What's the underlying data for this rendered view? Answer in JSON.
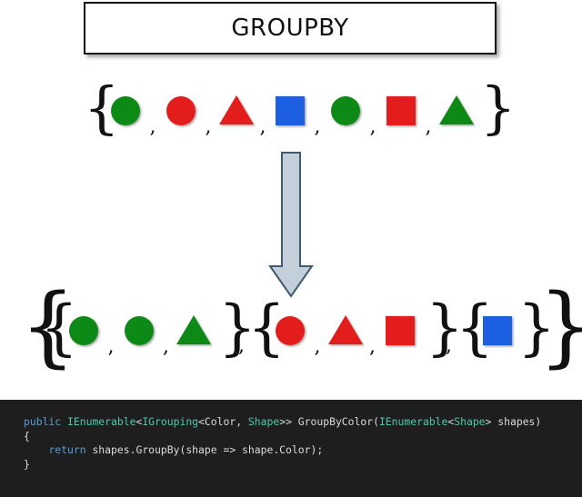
{
  "title": "GROUPBY",
  "colors": {
    "green": "#0e8a16",
    "red": "#e31b1b",
    "blue": "#1f5fe0",
    "arrow_fill": "#c3cfd9",
    "arrow_stroke": "#3d5c73",
    "code_bg": "#1e1e1e"
  },
  "separator": ",",
  "input_sequence": [
    {
      "shape": "circle",
      "color": "green"
    },
    {
      "shape": "circle",
      "color": "red"
    },
    {
      "shape": "triangle",
      "color": "red"
    },
    {
      "shape": "square",
      "color": "blue"
    },
    {
      "shape": "circle",
      "color": "green"
    },
    {
      "shape": "square",
      "color": "red"
    },
    {
      "shape": "triangle",
      "color": "green"
    }
  ],
  "groups": [
    {
      "color": "green",
      "items": [
        {
          "shape": "circle",
          "color": "green"
        },
        {
          "shape": "circle",
          "color": "green"
        },
        {
          "shape": "triangle",
          "color": "green"
        }
      ]
    },
    {
      "color": "red",
      "items": [
        {
          "shape": "circle",
          "color": "red"
        },
        {
          "shape": "triangle",
          "color": "red"
        },
        {
          "shape": "square",
          "color": "red"
        }
      ]
    },
    {
      "color": "blue",
      "items": [
        {
          "shape": "square",
          "color": "blue"
        }
      ]
    }
  ],
  "code": [
    [
      {
        "t": "kw",
        "s": "public "
      },
      {
        "t": "ty",
        "s": "IEnumerable"
      },
      {
        "t": "pl",
        "s": "<"
      },
      {
        "t": "ty",
        "s": "IGrouping"
      },
      {
        "t": "pl",
        "s": "<Color, "
      },
      {
        "t": "ty",
        "s": "Shape"
      },
      {
        "t": "pl",
        "s": ">> GroupByColor("
      },
      {
        "t": "ty",
        "s": "IEnumerable"
      },
      {
        "t": "pl",
        "s": "<"
      },
      {
        "t": "ty",
        "s": "Shape"
      },
      {
        "t": "pl",
        "s": "> shapes)"
      }
    ],
    [
      {
        "t": "pl",
        "s": "{"
      }
    ],
    [
      {
        "t": "pl",
        "s": "    "
      },
      {
        "t": "kw",
        "s": "return "
      },
      {
        "t": "pl",
        "s": "shapes.GroupBy(shape => shape.Color);"
      }
    ],
    [
      {
        "t": "pl",
        "s": "}"
      }
    ]
  ]
}
